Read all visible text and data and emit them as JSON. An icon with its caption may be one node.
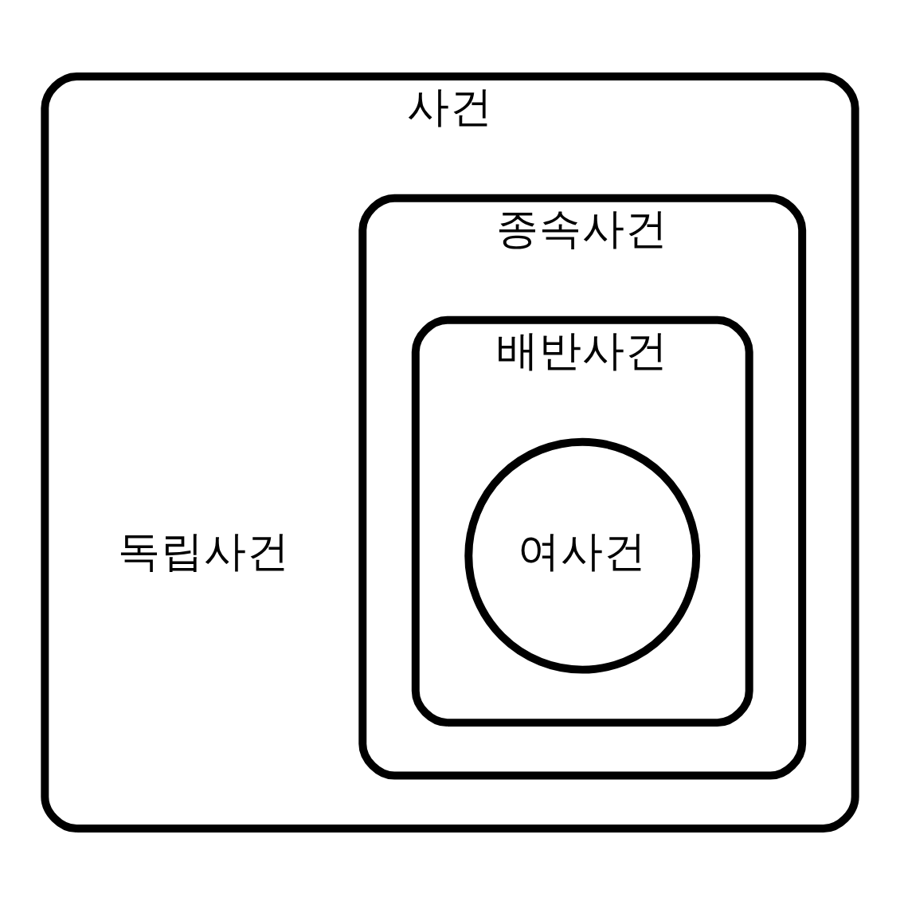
{
  "diagram": {
    "nodes": [
      {
        "text": [
          "사건"
        ]
      },
      {
        "text": [
          "종속사건"
        ],
        "in": 0
      },
      {
        "text": [
          "배반사건"
        ],
        "in": 1
      },
      {
        "text": [
          "여사건"
        ],
        "in": 2
      }
    ],
    "labels": [
      "독립사건"
    ]
  }
}
